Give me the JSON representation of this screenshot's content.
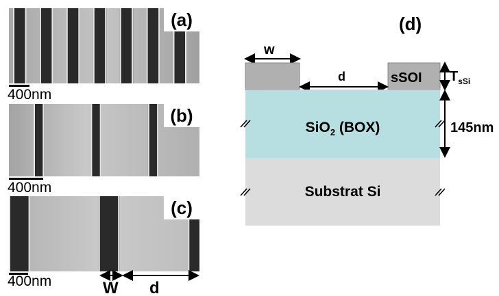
{
  "sem_panels": [
    {
      "label": "(a)",
      "scale": "400nm",
      "line_width_rel": 0.07,
      "period_rel": 0.14
    },
    {
      "label": "(b)",
      "scale": "400nm",
      "line_width_rel": 0.055,
      "period_rel": 0.3
    },
    {
      "label": "(c)",
      "scale": "400nm",
      "line_width_rel": 0.11,
      "period_rel": 0.47
    }
  ],
  "dimensions": {
    "w_label": "W",
    "d_label": "d"
  },
  "diagram": {
    "label": "(d)",
    "w_label": "w",
    "d_label": "d",
    "ssoi_label": "sSOI",
    "tssi_label": "T",
    "tssi_sub": "sSi",
    "box_label_main": "SiO",
    "box_label_sub": "2",
    "box_label_rest": " (BOX)",
    "thickness_label": "145nm",
    "substrate_label": "Substrat Si",
    "colors": {
      "box": "#b7dee1",
      "substrate": "#dcdcdc",
      "ssoi": "#b0b0b0",
      "line": "#000000"
    }
  }
}
